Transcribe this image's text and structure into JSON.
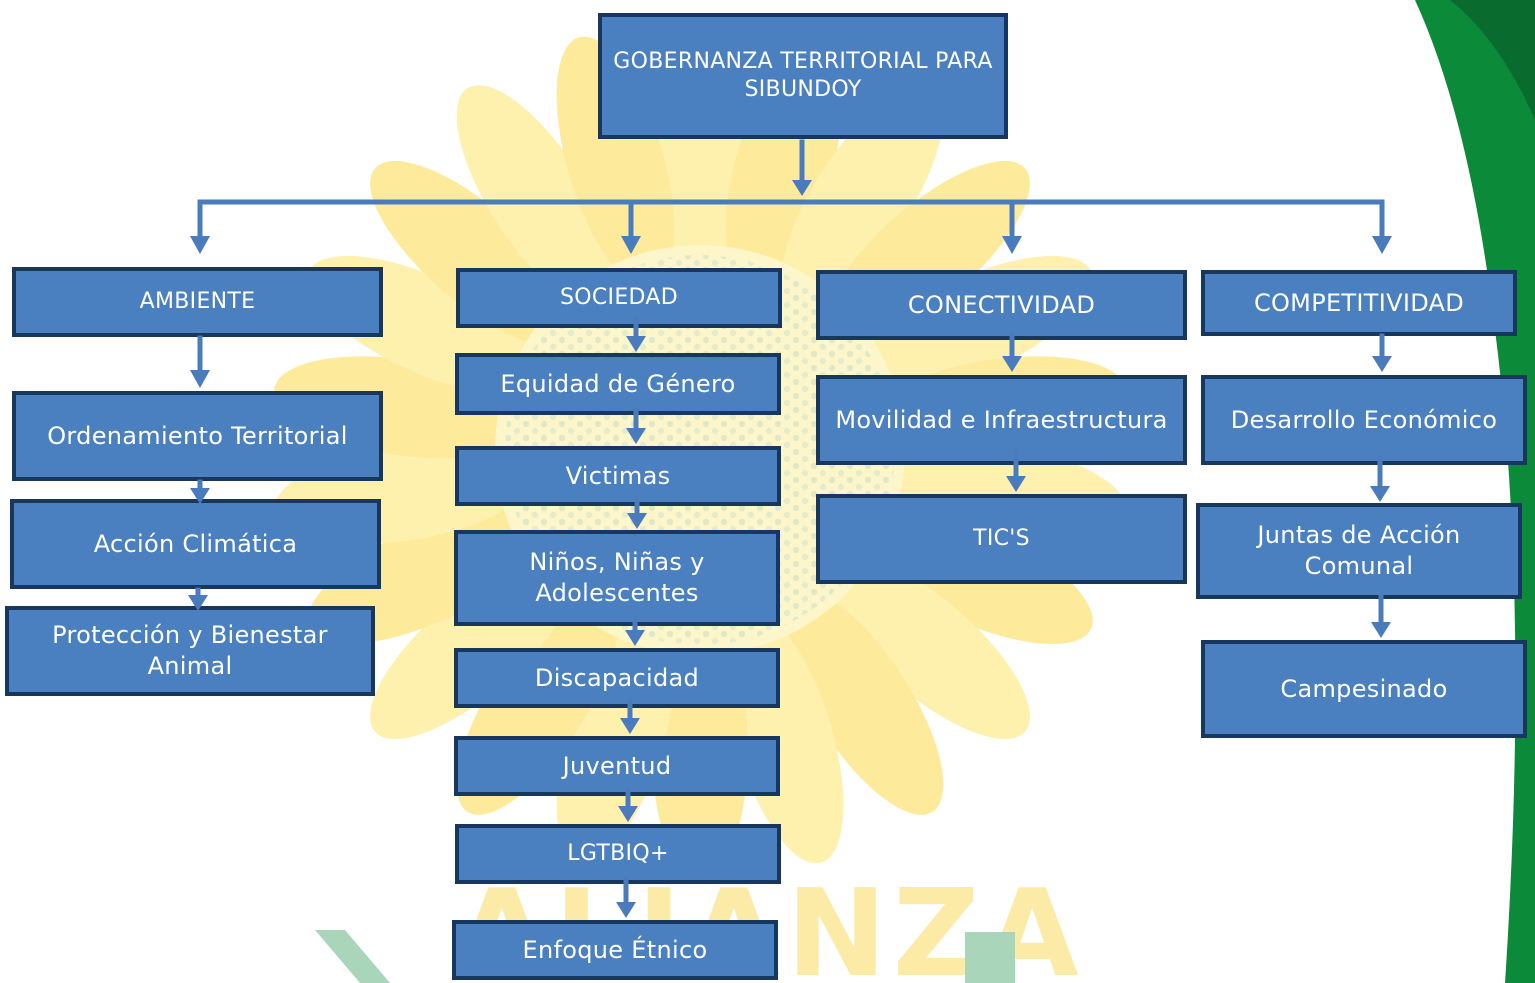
{
  "colors": {
    "box_fill": "#4a80bf",
    "box_border": "#17375e",
    "connector": "#4a7cbd",
    "text": "#ffffff",
    "watermark_green": "#0b8a3a",
    "watermark_yellow": "#f7c600"
  },
  "watermark": {
    "text": "ALIANZA"
  },
  "root": {
    "label": "GOBERNANZA TERRITORIAL PARA SIBUNDOY"
  },
  "branches": [
    {
      "label": "AMBIENTE",
      "children": [
        "Ordenamiento Territorial",
        "Acción Climática",
        "Protección y Bienestar Animal"
      ]
    },
    {
      "label": "SOCIEDAD",
      "children": [
        "Equidad de Género",
        "Victimas",
        "Niños, Niñas y Adolescentes",
        "Discapacidad",
        "Juventud",
        "LGTBIQ+",
        "Enfoque Étnico"
      ]
    },
    {
      "label": "CONECTIVIDAD",
      "children": [
        "Movilidad e Infraestructura",
        "TIC'S"
      ]
    },
    {
      "label": "COMPETITIVIDAD",
      "children": [
        "Desarrollo Económico",
        "Juntas de Acción Comunal",
        "Campesinado"
      ]
    }
  ]
}
